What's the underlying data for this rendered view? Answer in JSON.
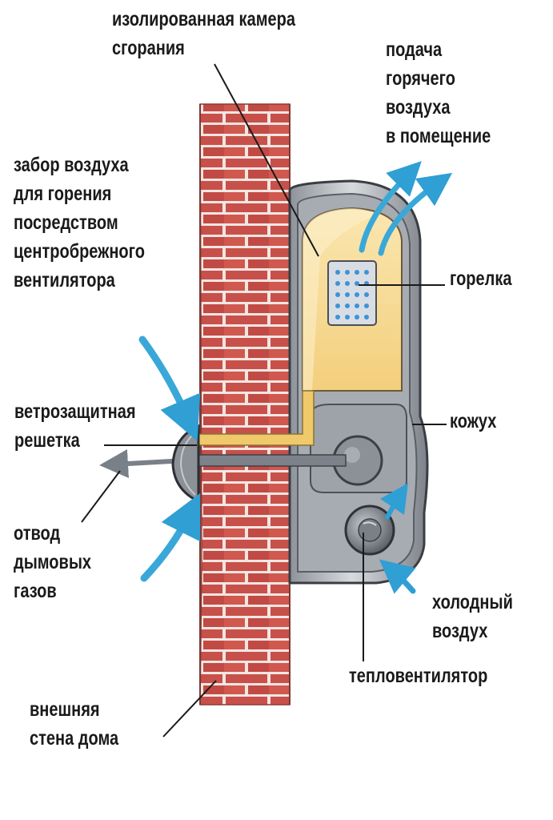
{
  "labels": {
    "chamber": [
      "изолированная камера",
      "сгорания"
    ],
    "hot_air": [
      "подача",
      "горячего",
      "воздуха",
      "в помещение"
    ],
    "intake": [
      "забор воздуха",
      "для горения",
      "посредством",
      "центробрежного",
      "вентилятора"
    ],
    "burner": [
      "горелка"
    ],
    "grille": [
      "ветрозащитная",
      "решетка"
    ],
    "casing": [
      "кожух"
    ],
    "exhaust": [
      "отвод",
      "дымовых",
      "газов"
    ],
    "cold_air": [
      "холодный",
      "воздух"
    ],
    "fan_heater": [
      "тепловентилятор"
    ],
    "wall": [
      "внешняя",
      "стена дома"
    ]
  },
  "colors": {
    "brick": "#c8504a",
    "mortar": "#f2e6e2",
    "chamber_fill": "#f7d890",
    "casing": "#b8bcc2",
    "casing_dark": "#6c7078",
    "air_arrow": "#39a8d8",
    "text": "#1a1a1a"
  }
}
